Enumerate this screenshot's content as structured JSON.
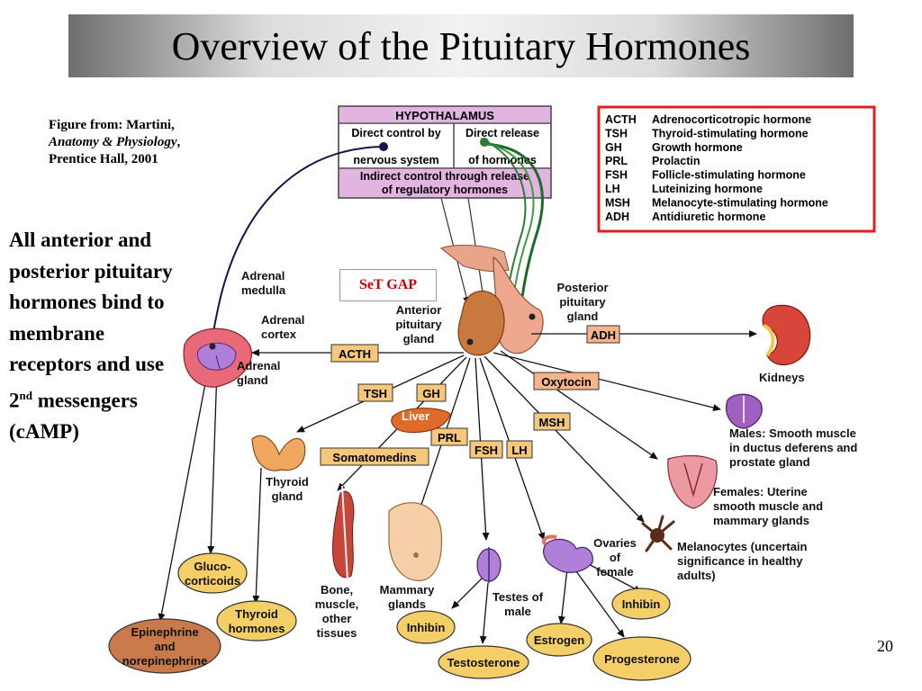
{
  "title": "Overview of the Pituitary Hormones",
  "credit": {
    "line1": "Figure from: Martini,",
    "book": "Anatomy & Physiology",
    "comma": ",",
    "line3": "Prentice Hall, 2001"
  },
  "side_note": {
    "text": "All anterior and posterior pituitary hormones bind to membrane receptors and use 2",
    "sup": "nd",
    "rest": " messengers (cAMP)"
  },
  "badge": "SeT GAP",
  "page_number": "20",
  "hypothalamus": {
    "title": "HYPOTHALAMUS",
    "cell1a": "Direct control by",
    "cell1b": "nervous system",
    "cell2a": "Direct release",
    "cell2b": "of hormones",
    "cell3a": "Indirect control through release",
    "cell3b": "of regulatory hormones"
  },
  "legend": [
    {
      "abbr": "ACTH",
      "name": "Adrenocorticotropic hormone"
    },
    {
      "abbr": "TSH",
      "name": "Thyroid-stimulating hormone"
    },
    {
      "abbr": "GH",
      "name": "Growth hormone"
    },
    {
      "abbr": "PRL",
      "name": "Prolactin"
    },
    {
      "abbr": "FSH",
      "name": "Follicle-stimulating hormone"
    },
    {
      "abbr": "LH",
      "name": "Luteinizing hormone"
    },
    {
      "abbr": "MSH",
      "name": "Melanocyte-stimulating hormone"
    },
    {
      "abbr": "ADH",
      "name": "Antidiuretic hormone"
    }
  ],
  "labels": {
    "adrenal_medulla_1": "Adrenal",
    "adrenal_medulla_2": "medulla",
    "adrenal_cortex_1": "Adrenal",
    "adrenal_cortex_2": "cortex",
    "adrenal_gland_1": "Adrenal",
    "adrenal_gland_2": "gland",
    "anterior_1": "Anterior",
    "anterior_2": "pituitary",
    "anterior_3": "gland",
    "posterior_1": "Posterior",
    "posterior_2": "pituitary",
    "posterior_3": "gland",
    "kidneys": "Kidneys",
    "males_1": "Males: Smooth muscle",
    "males_2": "in ductus deferens and",
    "males_3": "prostate gland",
    "females_1": "Females: Uterine",
    "females_2": "smooth muscle and",
    "females_3": "mammary glands",
    "liver": "Liver",
    "thyroid_1": "Thyroid",
    "thyroid_2": "gland",
    "bone_1": "Bone,",
    "bone_2": "muscle,",
    "bone_3": "other",
    "bone_4": "tissues",
    "mammary_1": "Mammary",
    "mammary_2": "glands",
    "testes_1": "Testes of",
    "testes_2": "male",
    "ovaries_1": "Ovaries",
    "ovaries_2": "of",
    "ovaries_3": "female",
    "melano_1": "Melanocytes (uncertain",
    "melano_2": "significance in healthy",
    "melano_3": "adults)"
  },
  "tags": {
    "acth": "ACTH",
    "adh": "ADH",
    "tsh": "TSH",
    "gh": "GH",
    "prl": "PRL",
    "fsh": "FSH",
    "lh": "LH",
    "msh": "MSH",
    "oxytocin": "Oxytocin",
    "somatomedins": "Somatomedins"
  },
  "products": {
    "gluco_1": "Gluco-",
    "gluco_2": "corticoids",
    "thyroid_h_1": "Thyroid",
    "thyroid_h_2": "hormones",
    "epi_1": "Epinephrine",
    "epi_2": "and",
    "epi_3": "norepinephrine",
    "inhibin_m": "Inhibin",
    "testosterone": "Testosterone",
    "estrogen": "Estrogen",
    "progesterone": "Progesterone",
    "inhibin_f": "Inhibin"
  },
  "colors": {
    "legend_border": "#e02020",
    "hypo_fill": "#e2b4e0",
    "tag_fill": "#f5c77a",
    "oval_fill": "#f4cf68",
    "epi_fill": "#c97a4a",
    "badge_text": "#d00000"
  }
}
